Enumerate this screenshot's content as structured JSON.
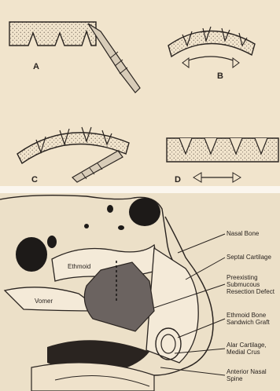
{
  "figure_top": {
    "panels": [
      {
        "letter": "A"
      },
      {
        "letter": "B"
      },
      {
        "letter": "C"
      },
      {
        "letter": "D"
      }
    ]
  },
  "figure_bottom": {
    "labels": {
      "ethmoid": "Ethmoid",
      "vomer": "Vomer",
      "nasal_bone": "Nasal Bone",
      "septal_cartilage": "Septal Cartilage",
      "preexisting_1": "Preexisting",
      "preexisting_2": "Submucous",
      "preexisting_3": "Resection Defect",
      "ethmoid_graft_1": "Ethmoid Bone",
      "ethmoid_graft_2": "Sandwich Graft",
      "alar_1": "Alar Cartilage,",
      "alar_2": "Medial Crus",
      "spine_1": "Anterior Nasal",
      "spine_2": "Spine"
    }
  },
  "colors": {
    "background": "#efe2cb",
    "ink": "#2a2420",
    "graft_shade": "#6b6360"
  }
}
